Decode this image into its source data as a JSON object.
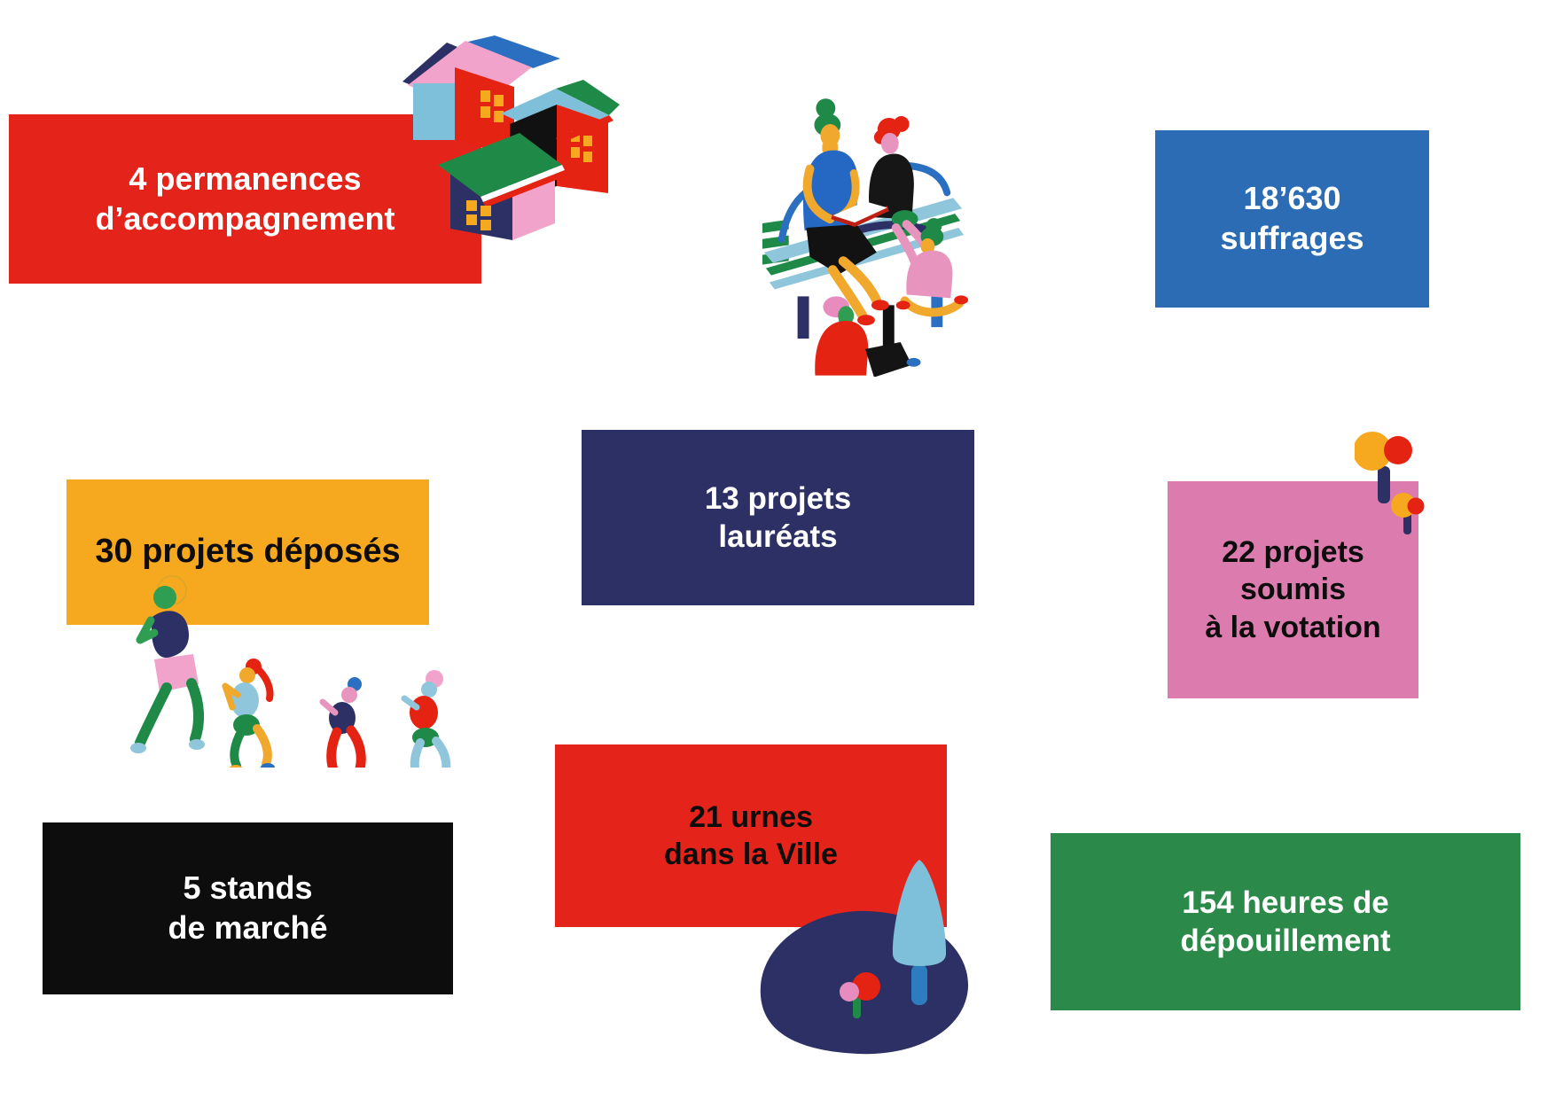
{
  "colors": {
    "red": "#E4231B",
    "blue": "#2C6CB4",
    "yellow": "#F6A81F",
    "navy": "#2D3064",
    "pink": "#DC7BAE",
    "green": "#2B8A49",
    "black": "#0D0D0D",
    "text_light": "#FFFFFF",
    "text_dark": "#0D0D0D"
  },
  "stats": {
    "permanences": {
      "lines": [
        "4 permanences",
        "d’accompagnement"
      ]
    },
    "suffrages": {
      "lines": [
        "18’630",
        "suffrages"
      ]
    },
    "deposes": {
      "lines": [
        "30 projets déposés"
      ]
    },
    "laureats": {
      "lines": [
        "13 projets",
        "lauréats"
      ]
    },
    "votation": {
      "lines": [
        "22 projets",
        "soumis",
        "à la votation"
      ]
    },
    "urnes": {
      "lines": [
        "21 urnes",
        "dans la Ville"
      ]
    },
    "stands": {
      "lines": [
        "5 stands",
        "de marché"
      ]
    },
    "depouillement": {
      "lines": [
        "154 heures de",
        "dépouillement"
      ]
    }
  },
  "illustrations": {
    "houses": "isometric-colorful-houses",
    "bench": "people-reading-on-park-bench",
    "runners": "four-people-running",
    "balloons": "abstract-balloon-trees",
    "park": "park-pond-with-tree-and-flower"
  }
}
